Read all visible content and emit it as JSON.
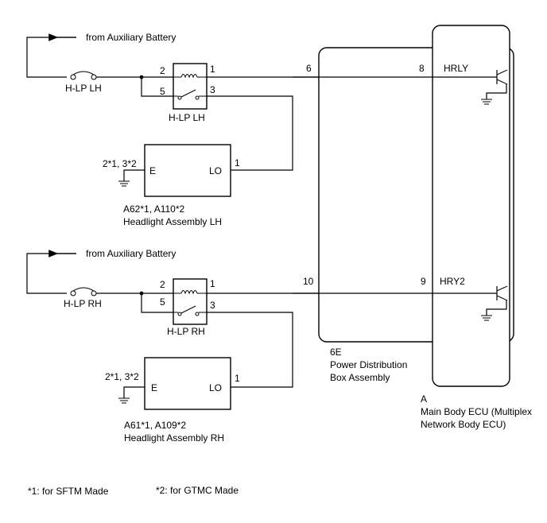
{
  "upper": {
    "source": "from Auxiliary Battery",
    "fuse": "H-LP LH",
    "relay": "H-LP LH",
    "relay_pins": {
      "p2": "2",
      "p1": "1",
      "p5": "5",
      "p3": "3"
    },
    "assembly_pins": {
      "e_pins": "2*1, 3*2",
      "e": "E",
      "lo": "LO",
      "lo_pin": "1"
    },
    "assembly_code": "A62*1, A110*2",
    "assembly_name": "Headlight Assembly LH",
    "pdb_pin_in": "6",
    "ecu_pin": "8",
    "ecu_signal": "HRLY"
  },
  "lower": {
    "source": "from Auxiliary Battery",
    "fuse": "H-LP RH",
    "relay": "H-LP RH",
    "relay_pins": {
      "p2": "2",
      "p1": "1",
      "p5": "5",
      "p3": "3"
    },
    "assembly_pins": {
      "e_pins": "2*1, 3*2",
      "e": "E",
      "lo": "LO",
      "lo_pin": "1"
    },
    "assembly_code": "A61*1, A109*2",
    "assembly_name": "Headlight Assembly RH",
    "pdb_pin_in": "10",
    "ecu_pin": "9",
    "ecu_signal": "HRY2"
  },
  "pdb": {
    "code": "6E",
    "name_line1": "Power Distribution",
    "name_line2": "Box Assembly"
  },
  "ecu": {
    "code": "A",
    "name_line1": "Main Body ECU (Multiplex",
    "name_line2": "Network Body ECU)"
  },
  "notes": {
    "n1": "*1: for SFTM Made",
    "n2": "*2: for GTMC Made"
  }
}
